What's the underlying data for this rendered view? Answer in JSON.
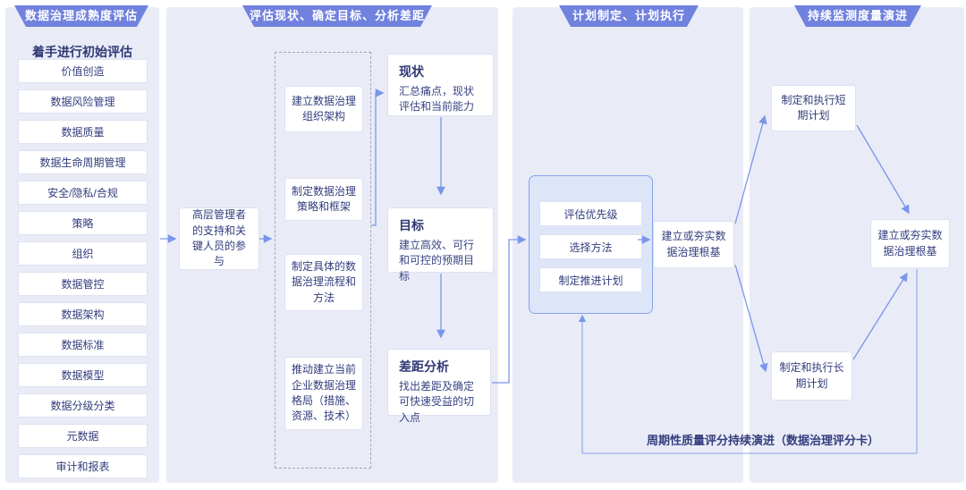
{
  "colors": {
    "tab_bg": "#7081de",
    "panel_bg": "#e9ebf7",
    "arrow": "#7a96ea",
    "text": "#333d7d",
    "plan_container_bg": "#dde5f9",
    "plan_container_border": "#86a3ee"
  },
  "panel1": {
    "tab": "数据治理成熟度评估",
    "subtitle": "着手进行初始评估",
    "items": [
      "价值创造",
      "数据风险管理",
      "数据质量",
      "数据生命周期管理",
      "安全/隐私/合规",
      "策略",
      "组织",
      "数据管控",
      "数据架构",
      "数据标准",
      "数据模型",
      "数据分级分类",
      "元数据",
      "审计和报表"
    ]
  },
  "panel2": {
    "tab": "评估现状、确定目标、分析差距",
    "sponsor_box": "高层管理者的支持和关键人员的参与",
    "dashed_steps": [
      "建立数据治理组织架构",
      "制定数据治理策略和框架",
      "制定具体的数据治理流程和方法",
      "推动建立当前企业数据治理格局（措施、资源、技术）"
    ],
    "status_box": {
      "title": "现状",
      "desc": "汇总痛点，现状评估和当前能力"
    },
    "goal_box": {
      "title": "目标",
      "desc": "建立高效、可行和可控的预期目标"
    },
    "gap_box": {
      "title": "差距分析",
      "desc": "找出差距及确定可快速受益的切入点"
    }
  },
  "panel3": {
    "tab": "计划制定、计划执行",
    "plan_steps": [
      "评估优先级",
      "选择方法",
      "制定推进计划"
    ],
    "foundation_box": "建立或夯实数据治理根基"
  },
  "panel4": {
    "tab": "持续监测度量演进",
    "short_term_box": "制定和执行短期计划",
    "foundation_box": "建立或夯实数据治理根基",
    "long_term_box": "制定和执行长期计划",
    "feedback_note": "周期性质量评分持续演进（数据治理评分卡）"
  }
}
